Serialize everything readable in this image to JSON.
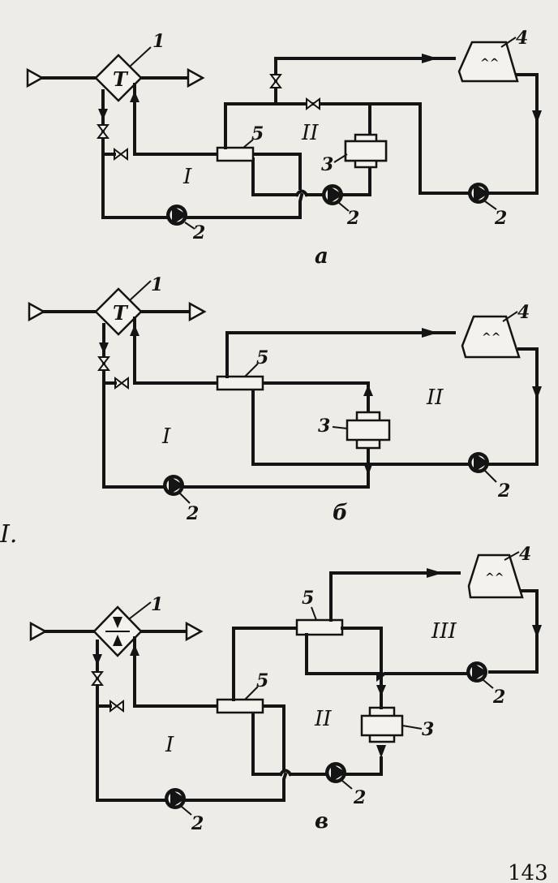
{
  "labels": {
    "heat_exchanger": "1",
    "pump": "2",
    "unit_3": "3",
    "unit_4": "4",
    "unit_5": "5",
    "temp_mark": "T"
  },
  "zones": {
    "one": "I",
    "two": "II",
    "three": "III"
  },
  "schemes": [
    {
      "caption": "а"
    },
    {
      "caption": "б"
    },
    {
      "caption": "в"
    }
  ],
  "side_mark": "I.",
  "page_number": "143"
}
